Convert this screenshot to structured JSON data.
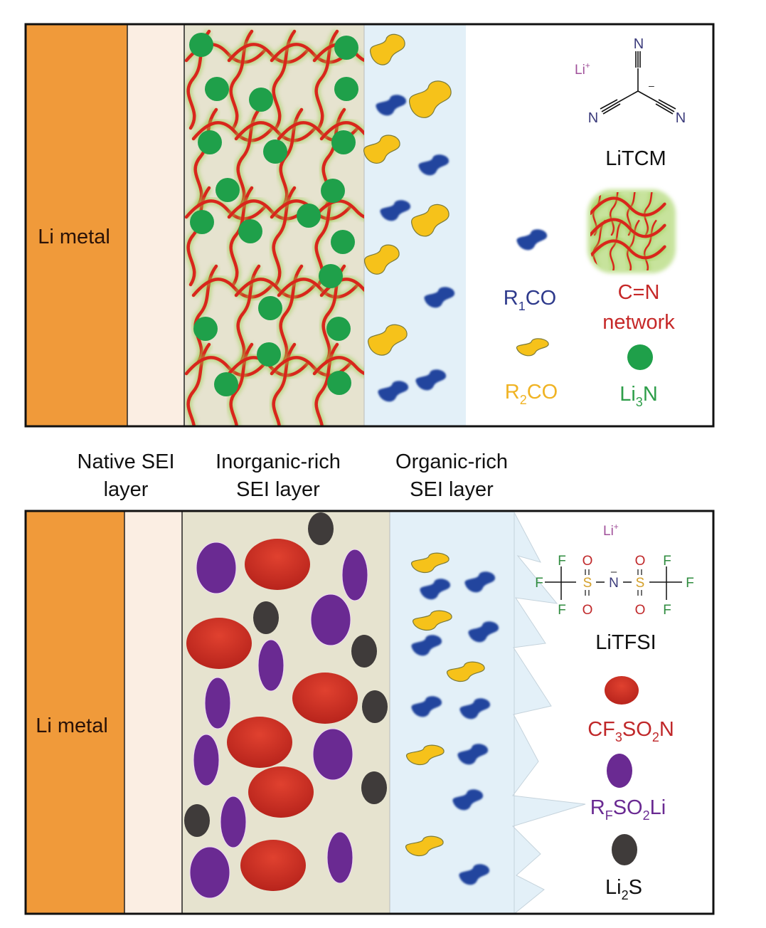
{
  "colors": {
    "li_metal": "#F09A3A",
    "native_sei": "#FBEEE3",
    "inorganic_sei": "#E6E3CF",
    "organic_sei": "#E3F0F8",
    "c_n_network": "#D9261C",
    "c_n_glow": "#9ACD4E",
    "li3n": "#1FA04A",
    "r1co": "#24449E",
    "r2co": "#F6C21A",
    "cf3so2n": "#D1342A",
    "rfso2li": "#6A2A92",
    "li2s": "#3F3B3A",
    "fluorine": "#2E8B3E",
    "oxygen": "#C0282A",
    "sulfur": "#D4A02A",
    "nitrogen": "#3A3A7A",
    "lithium_ion": "#A0509A"
  },
  "top_panel": {
    "li_metal_label": "Li metal",
    "salt": {
      "name": "LiTCM",
      "cation": "Li",
      "cation_charge": "+",
      "anion_charge": "–",
      "atoms": [
        "N",
        "N",
        "N"
      ]
    },
    "legend": [
      {
        "id": "r1co",
        "prefix": "R",
        "sub": "1",
        "suffix": "CO",
        "shape": "blob"
      },
      {
        "id": "c_n_network",
        "line1": "C=N",
        "line2": "network",
        "shape": "network"
      },
      {
        "id": "r2co",
        "prefix": "R",
        "sub": "2",
        "suffix": "CO",
        "shape": "flat-blob"
      },
      {
        "id": "li3n",
        "prefix": "Li",
        "sub": "3",
        "suffix": "N",
        "shape": "circle"
      }
    ]
  },
  "layer_labels": [
    {
      "line1": "Native SEI",
      "line2": "layer"
    },
    {
      "line1": "Inorganic-rich",
      "line2": "SEI layer"
    },
    {
      "line1": "Organic-rich",
      "line2": "SEI layer"
    }
  ],
  "bottom_panel": {
    "li_metal_label": "Li metal",
    "salt": {
      "name": "LiTFSI",
      "cation": "Li",
      "cation_charge": "+",
      "atoms": {
        "F": "F",
        "O": "O",
        "S": "S",
        "N": "N"
      },
      "anion_charge": "–"
    },
    "legend": [
      {
        "id": "cf3so2n",
        "parts": [
          "CF",
          "3",
          "SO",
          "2",
          "N"
        ],
        "shape": "ellipse-wide"
      },
      {
        "id": "rfso2li",
        "parts": [
          "R",
          "F",
          "SO",
          "2",
          "Li"
        ],
        "shape": "ellipse-tall"
      },
      {
        "id": "li2s",
        "parts": [
          "Li",
          "2",
          "S"
        ],
        "shape": "ellipse-small"
      }
    ]
  }
}
